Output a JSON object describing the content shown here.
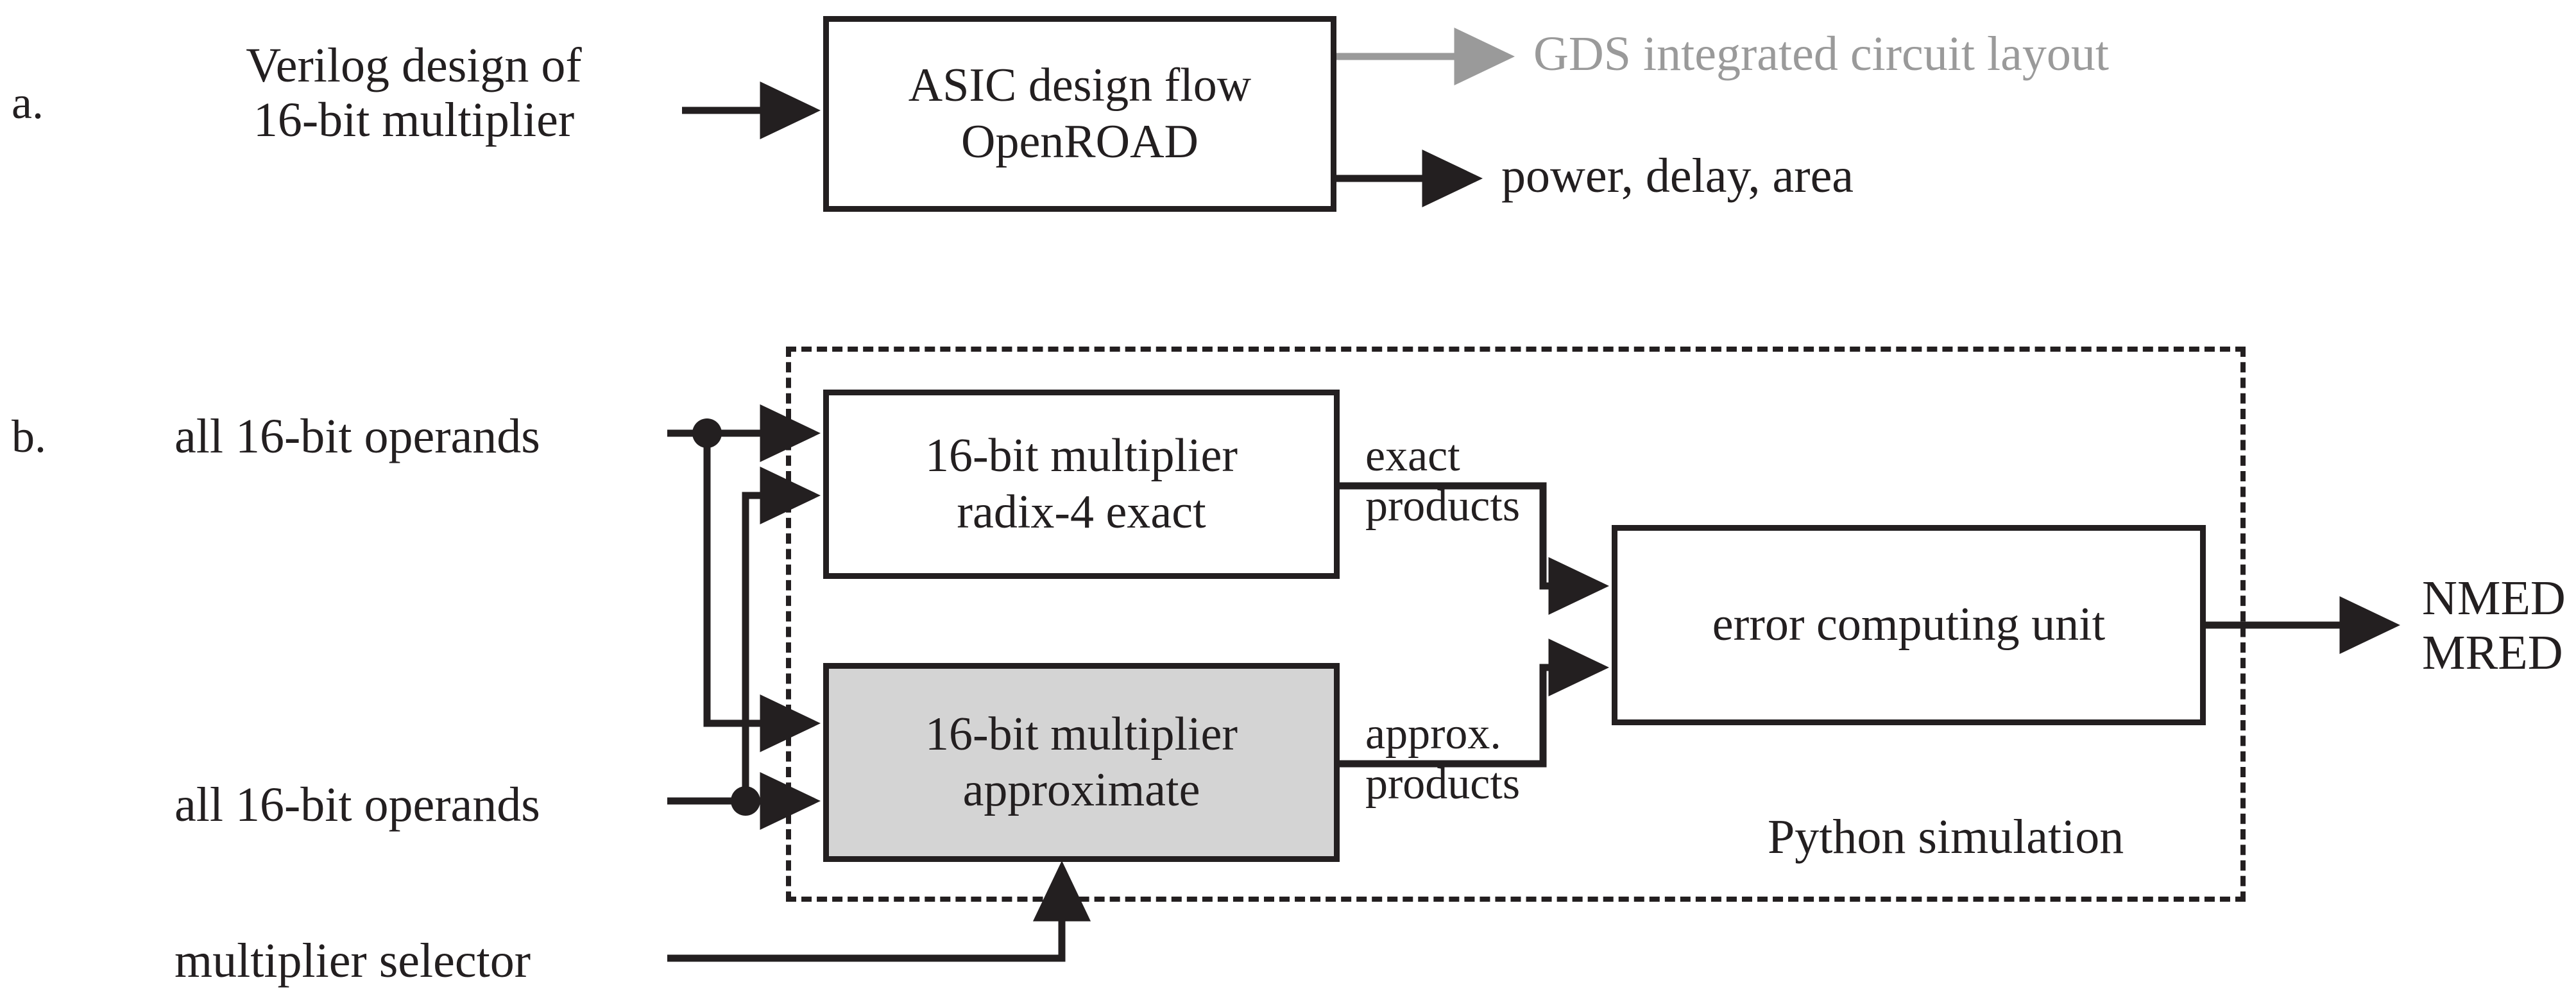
{
  "figure": {
    "type": "block-diagram",
    "panels": [
      {
        "letter": "a.",
        "input_label": "Verilog design of\n16-bit multiplier",
        "process_box": "ASIC design flow\nOpenROAD",
        "outputs": [
          {
            "label": "GDS integrated circuit layout",
            "color": "#9a9a9a",
            "style": "gray"
          },
          {
            "label": "power, delay, area",
            "color": "#231f20",
            "style": "black"
          }
        ]
      },
      {
        "letter": "b.",
        "container_label": "Python simulation",
        "inputs": [
          {
            "label": "all 16-bit operands"
          },
          {
            "label": "all 16-bit operands"
          },
          {
            "label": "multiplier selector"
          }
        ],
        "boxes": [
          {
            "name": "exact-multiplier",
            "label": "16-bit multiplier\nradix-4 exact",
            "fill": "#ffffff"
          },
          {
            "name": "approximate-multiplier",
            "label": "16-bit multiplier\napproximate",
            "fill": "#d4d4d4"
          },
          {
            "name": "error-computing-unit",
            "label": "error computing unit",
            "fill": "#ffffff"
          }
        ],
        "edge_labels": [
          {
            "label": "exact\nproducts"
          },
          {
            "label": "approx.\nproducts"
          }
        ],
        "outputs": [
          {
            "label": "NMED\nMRED"
          }
        ]
      }
    ],
    "colors": {
      "stroke": "#231f20",
      "gray_stroke": "#9a9a9a",
      "shaded_fill": "#d4d4d4",
      "background": "#ffffff"
    }
  }
}
